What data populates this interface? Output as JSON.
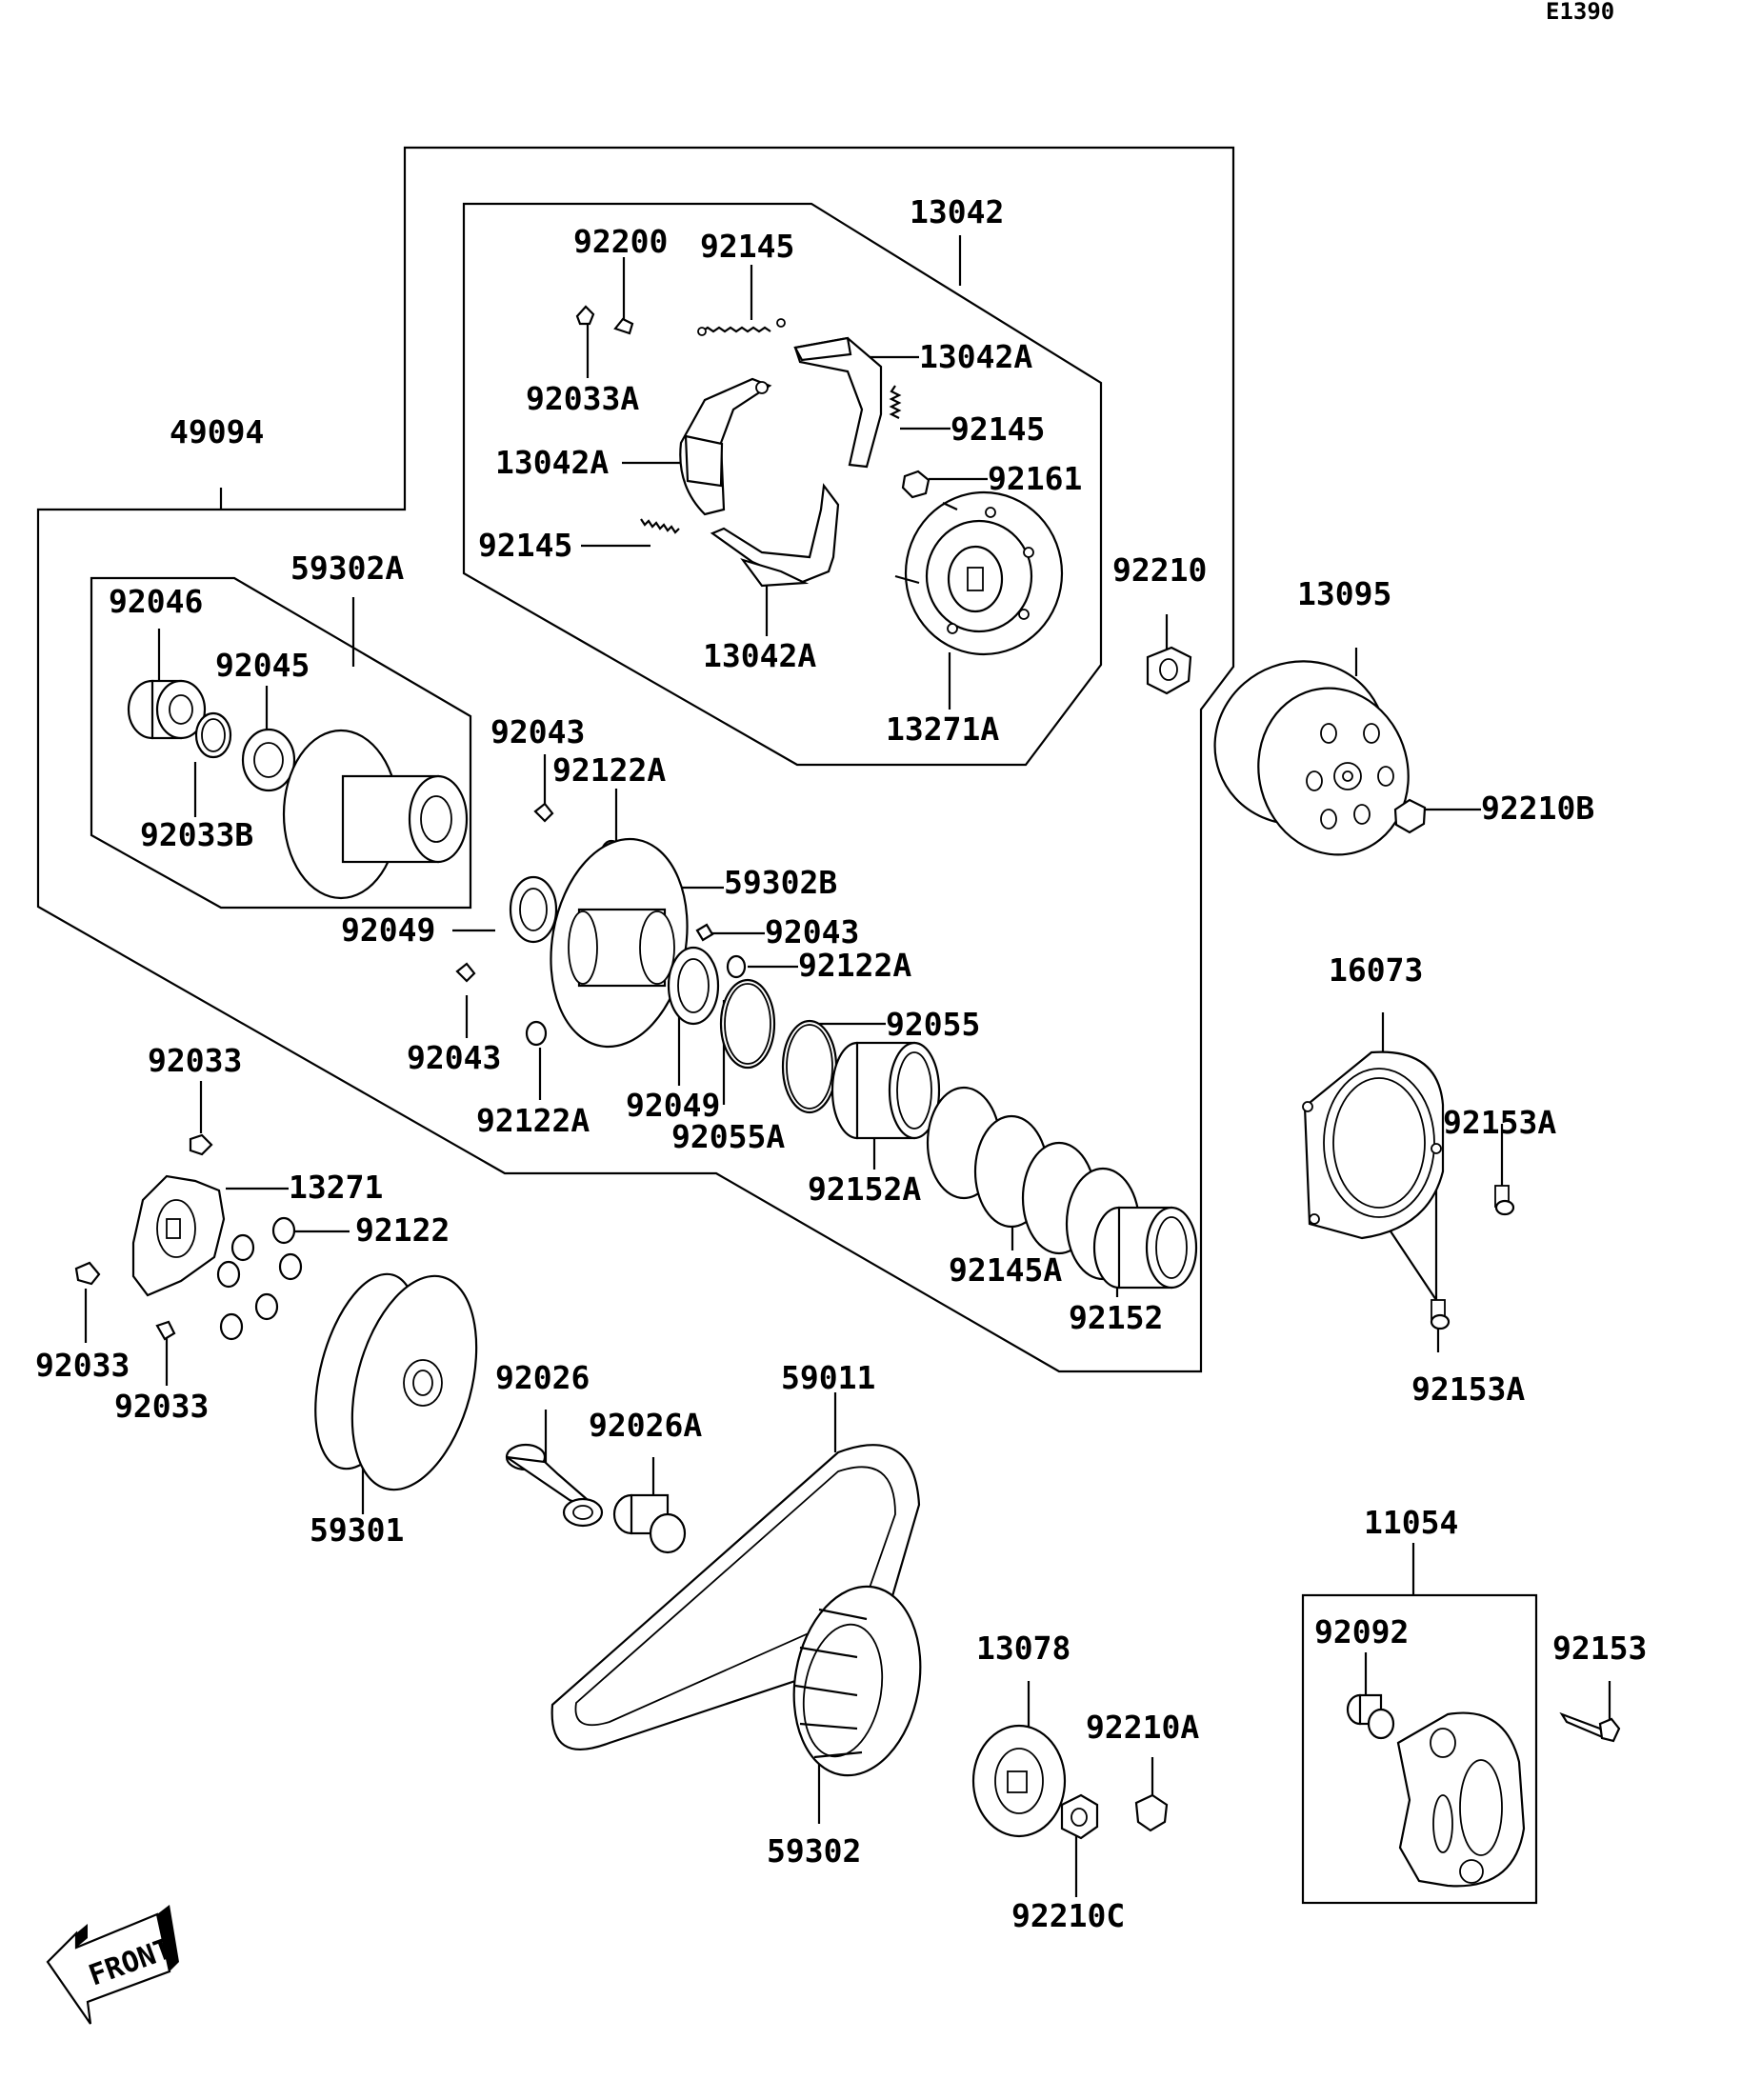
{
  "diagram_code": "E1390",
  "front_label": "FRONT",
  "parts": [
    {
      "id": "13042",
      "label": "13042"
    },
    {
      "id": "92200",
      "label": "92200"
    },
    {
      "id": "92145-a",
      "label": "92145"
    },
    {
      "id": "13042A-a",
      "label": "13042A"
    },
    {
      "id": "92033A",
      "label": "92033A"
    },
    {
      "id": "92145-b",
      "label": "92145"
    },
    {
      "id": "13042A-b",
      "label": "13042A"
    },
    {
      "id": "92161",
      "label": "92161"
    },
    {
      "id": "92145-c",
      "label": "92145"
    },
    {
      "id": "13042A-c",
      "label": "13042A"
    },
    {
      "id": "13271A",
      "label": "13271A"
    },
    {
      "id": "49094",
      "label": "49094"
    },
    {
      "id": "59302A",
      "label": "59302A"
    },
    {
      "id": "92046",
      "label": "92046"
    },
    {
      "id": "92045",
      "label": "92045"
    },
    {
      "id": "92033B",
      "label": "92033B"
    },
    {
      "id": "92210",
      "label": "92210"
    },
    {
      "id": "13095",
      "label": "13095"
    },
    {
      "id": "92210B",
      "label": "92210B"
    },
    {
      "id": "92043-a",
      "label": "92043"
    },
    {
      "id": "92122A-a",
      "label": "92122A"
    },
    {
      "id": "59302B",
      "label": "59302B"
    },
    {
      "id": "92049-a",
      "label": "92049"
    },
    {
      "id": "92043-b",
      "label": "92043"
    },
    {
      "id": "92122A-b",
      "label": "92122A"
    },
    {
      "id": "92043-c",
      "label": "92043"
    },
    {
      "id": "92122A-c",
      "label": "92122A"
    },
    {
      "id": "92049-b",
      "label": "92049"
    },
    {
      "id": "92055",
      "label": "92055"
    },
    {
      "id": "92055A",
      "label": "92055A"
    },
    {
      "id": "92152A",
      "label": "92152A"
    },
    {
      "id": "92145A",
      "label": "92145A"
    },
    {
      "id": "92152",
      "label": "92152"
    },
    {
      "id": "16073",
      "label": "16073"
    },
    {
      "id": "92153A-a",
      "label": "92153A"
    },
    {
      "id": "92153A-b",
      "label": "92153A"
    },
    {
      "id": "92033-a",
      "label": "92033"
    },
    {
      "id": "13271",
      "label": "13271"
    },
    {
      "id": "92122",
      "label": "92122"
    },
    {
      "id": "92033-b",
      "label": "92033"
    },
    {
      "id": "92033-c",
      "label": "92033"
    },
    {
      "id": "59301",
      "label": "59301"
    },
    {
      "id": "92026",
      "label": "92026"
    },
    {
      "id": "92026A",
      "label": "92026A"
    },
    {
      "id": "59011",
      "label": "59011"
    },
    {
      "id": "59302",
      "label": "59302"
    },
    {
      "id": "13078",
      "label": "13078"
    },
    {
      "id": "92210A",
      "label": "92210A"
    },
    {
      "id": "92210C",
      "label": "92210C"
    },
    {
      "id": "11054",
      "label": "11054"
    },
    {
      "id": "92092",
      "label": "92092"
    },
    {
      "id": "92153",
      "label": "92153"
    }
  ]
}
